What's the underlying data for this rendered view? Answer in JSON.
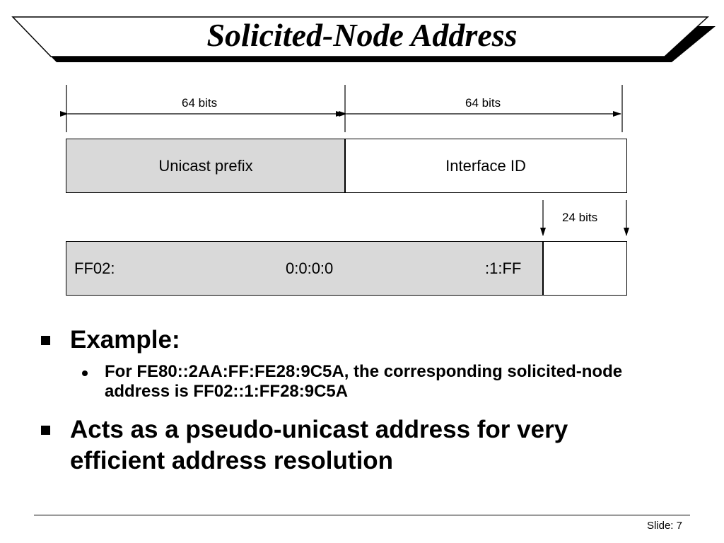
{
  "slide": {
    "title": "Solicited-Node Address",
    "number_label": "Slide: 7"
  },
  "diagram": {
    "top_labels": [
      "64 bits",
      "64 bits"
    ],
    "unicast_row": [
      "Unicast prefix",
      "Interface ID"
    ],
    "bits_24_label": "24 bits",
    "multicast_row": {
      "part1": "FF02:",
      "part2": "0:0:0:0",
      "part3": ":1:FF"
    }
  },
  "bullets": {
    "example_heading": "Example:",
    "example_text": "For FE80::2AA:FF:FE28:9C5A, the corresponding solicited-node address is FF02::1:FF28:9C5A",
    "acts_as": "Acts as a pseudo-unicast address for very efficient address resolution"
  }
}
